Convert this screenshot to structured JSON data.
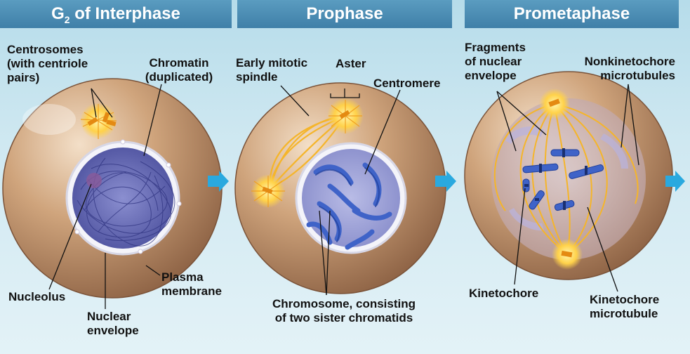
{
  "stages": [
    {
      "title_main": "G",
      "title_sub": "2",
      "title_rest": " of Interphase"
    },
    {
      "title": "Prophase"
    },
    {
      "title": "Prometaphase"
    }
  ],
  "labels": {
    "centrosomes": "Centrosomes\n(with centriole\npairs)",
    "chromatin": "Chromatin\n(duplicated)",
    "nucleolus": "Nucleolus",
    "nuclear_envelope": "Nuclear\nenvelope",
    "plasma_membrane": "Plasma\nmembrane",
    "early_spindle": "Early mitotic\nspindle",
    "aster": "Aster",
    "centromere": "Centromere",
    "chromosome": "Chromosome, consisting\nof two sister chromatids",
    "fragments": "Fragments\nof nuclear\nenvelope",
    "nonkinetochore": "Nonkinetochore\nmicrotubules",
    "kinetochore": "Kinetochore",
    "kinetochore_mt": "Kinetochore\nmicrotubule"
  },
  "colors": {
    "title_bar": "#4a8db5",
    "cell": "#c59a74",
    "nucleus": "#6a6fb8",
    "chromosome": "#3f63c8",
    "spindle": "#f5b52a",
    "arrow": "#2aa9df"
  }
}
